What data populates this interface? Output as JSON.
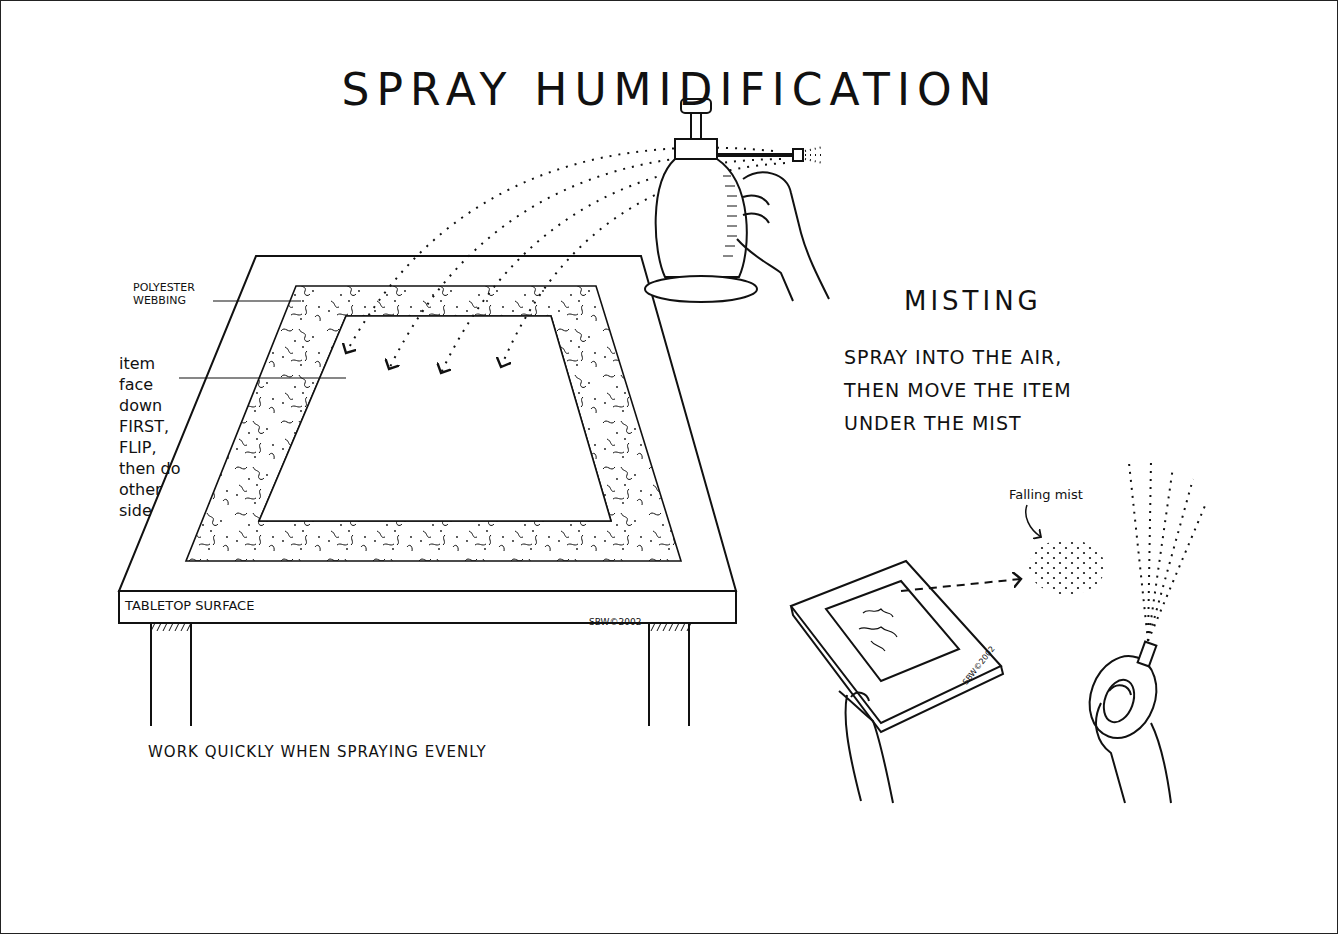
{
  "diagram": {
    "title": "SPRAY HUMIDIFICATION",
    "labels": [
      "POLYESTER WEBBING",
      "item face down FIRST, FLIP, then do other side",
      "TABLETOP SURFACE",
      "SBW©2002",
      "MISTING",
      "SPRAY INTO THE AIR, THEN MOVE THE ITEM UNDER THE MIST",
      "Falling mist",
      "SBW©2002",
      "WORK QUICKLY WHEN SPRAYING EVENLY"
    ]
  }
}
